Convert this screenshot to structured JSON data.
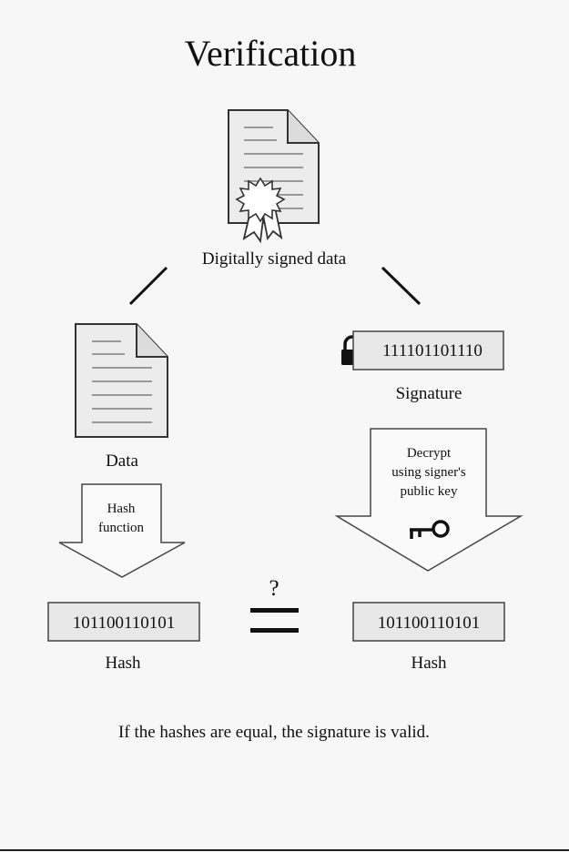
{
  "title": "Verification",
  "signed_document": {
    "label": "Digitally signed data"
  },
  "data_document": {
    "label": "Data"
  },
  "signature": {
    "value": "111101101110",
    "label": "Signature"
  },
  "hash_arrow": {
    "line1": "Hash",
    "line2": "function"
  },
  "decrypt_arrow": {
    "line1": "Decrypt",
    "line2": "using signer's",
    "line3": "public key"
  },
  "left_hash": {
    "value": "101100110101",
    "label": "Hash"
  },
  "right_hash": {
    "value": "101100110101",
    "label": "Hash"
  },
  "comparison": {
    "symbol": "?"
  },
  "footer": "If the hashes are equal, the signature is valid."
}
